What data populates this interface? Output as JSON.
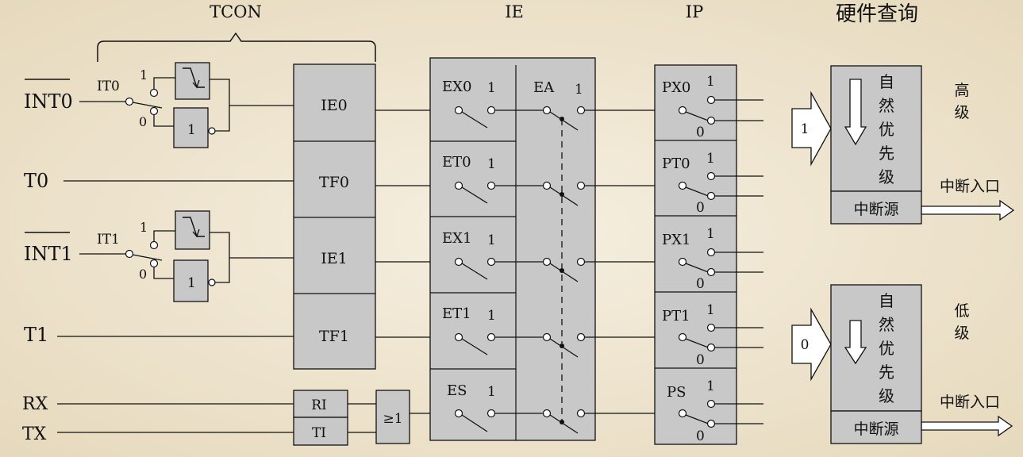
{
  "headings": {
    "tcon": "TCON",
    "ie": "IE",
    "ip": "IP",
    "hw": "硬件查询"
  },
  "inputs": {
    "int0": "INT0",
    "t0": "T0",
    "int1": "INT1",
    "t1": "T1",
    "rx": "RX",
    "tx": "TX"
  },
  "trigger": {
    "it0": "IT0",
    "it1": "IT1",
    "one": "1",
    "zero": "0",
    "level_gate": "1"
  },
  "tcon_flags": [
    "IE0",
    "TF0",
    "IE1",
    "TF1"
  ],
  "serial_flags": [
    "RI",
    "TI"
  ],
  "or_gate": "≥1",
  "ie_switches": [
    "EX0",
    "ET0",
    "EX1",
    "ET1",
    "ES"
  ],
  "ie_on": "1",
  "ea": {
    "label": "EA",
    "on": "1"
  },
  "ip_switches": [
    "PX0",
    "PT0",
    "PX1",
    "PT1",
    "PS"
  ],
  "ip_high": "1",
  "ip_low": "0",
  "priority_high": {
    "level": "1",
    "natural": [
      "自",
      "然",
      "优",
      "先",
      "级"
    ],
    "source": "中断源",
    "entry": "中断入口",
    "tag": [
      "高",
      "级"
    ]
  },
  "priority_low": {
    "level": "0",
    "natural": [
      "自",
      "然",
      "优",
      "先",
      "级"
    ],
    "source": "中断源",
    "entry": "中断入口",
    "tag": [
      "低",
      "级"
    ]
  },
  "colors": {
    "block_fill": "#c8c8c8",
    "line": "#111111",
    "background": "#f1e8d5",
    "arrow_fill": "#ffffff"
  }
}
